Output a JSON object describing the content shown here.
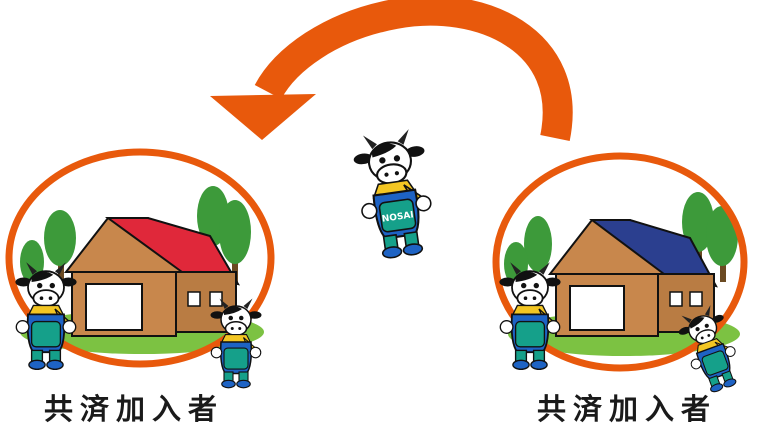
{
  "left_scene": {
    "caption": "共済加入者",
    "roof_color": "#e0283a"
  },
  "right_scene": {
    "caption": "共済加入者",
    "roof_color": "#2b3f8f"
  },
  "mascot": {
    "bib_text": "NOSAI"
  },
  "colors": {
    "arrow": "#e8590c",
    "ring": "#e8590c",
    "wall": "#c8874c",
    "grass": "#7cc242",
    "tree": "#3d9a3a",
    "overalls": "#15a08a"
  }
}
